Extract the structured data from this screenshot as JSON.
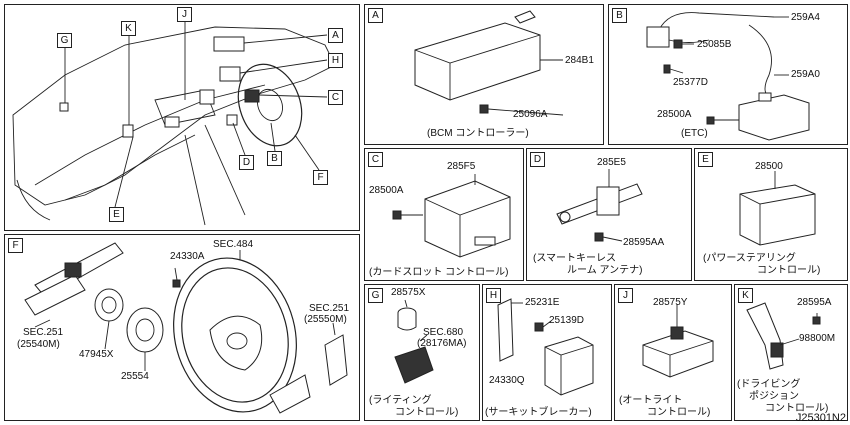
{
  "overview": {
    "keys": [
      "A",
      "H",
      "C",
      "J",
      "K",
      "G",
      "D",
      "B",
      "F",
      "E"
    ]
  },
  "panels": {
    "A": {
      "letter": "A",
      "parts": [
        "284B1",
        "25096A"
      ],
      "caption": "(BCM コントローラー)"
    },
    "B": {
      "letter": "B",
      "parts": [
        "259A4",
        "25085B",
        "25377D",
        "259A0",
        "28500A"
      ],
      "caption": "(ETC)"
    },
    "C": {
      "letter": "C",
      "parts": [
        "285F5",
        "28500A"
      ],
      "caption": "(カードスロット コントロール)"
    },
    "D": {
      "letter": "D",
      "parts": [
        "285E5",
        "28595AA"
      ],
      "caption1": "(スマートキーレス",
      "caption2": "ルーム アンテナ)"
    },
    "E": {
      "letter": "E",
      "parts": [
        "28500"
      ],
      "caption1": "(パワーステアリング",
      "caption2": "コントロール)"
    },
    "F": {
      "letter": "F",
      "parts": [
        "24330A",
        "SEC.484",
        "SEC.251",
        "(25550M)",
        "SEC.251",
        "(25540M)",
        "47945X",
        "25554"
      ]
    },
    "G": {
      "letter": "G",
      "parts": [
        "28575X",
        "SEC.680",
        "(28176MA)"
      ],
      "caption1": "(ライティング",
      "caption2": "コントロール)"
    },
    "H": {
      "letter": "H",
      "parts": [
        "25231E",
        "25139D",
        "24330Q"
      ],
      "caption": "(サーキットブレーカー)"
    },
    "J": {
      "letter": "J",
      "parts": [
        "28575Y"
      ],
      "caption1": "(オートライト",
      "caption2": "コントロール)"
    },
    "K": {
      "letter": "K",
      "parts": [
        "28595A",
        "98800M"
      ],
      "caption1": "(ドライビング",
      "caption2": "ポジション",
      "caption3": "コントロール)"
    }
  },
  "reference": "J25301N2"
}
